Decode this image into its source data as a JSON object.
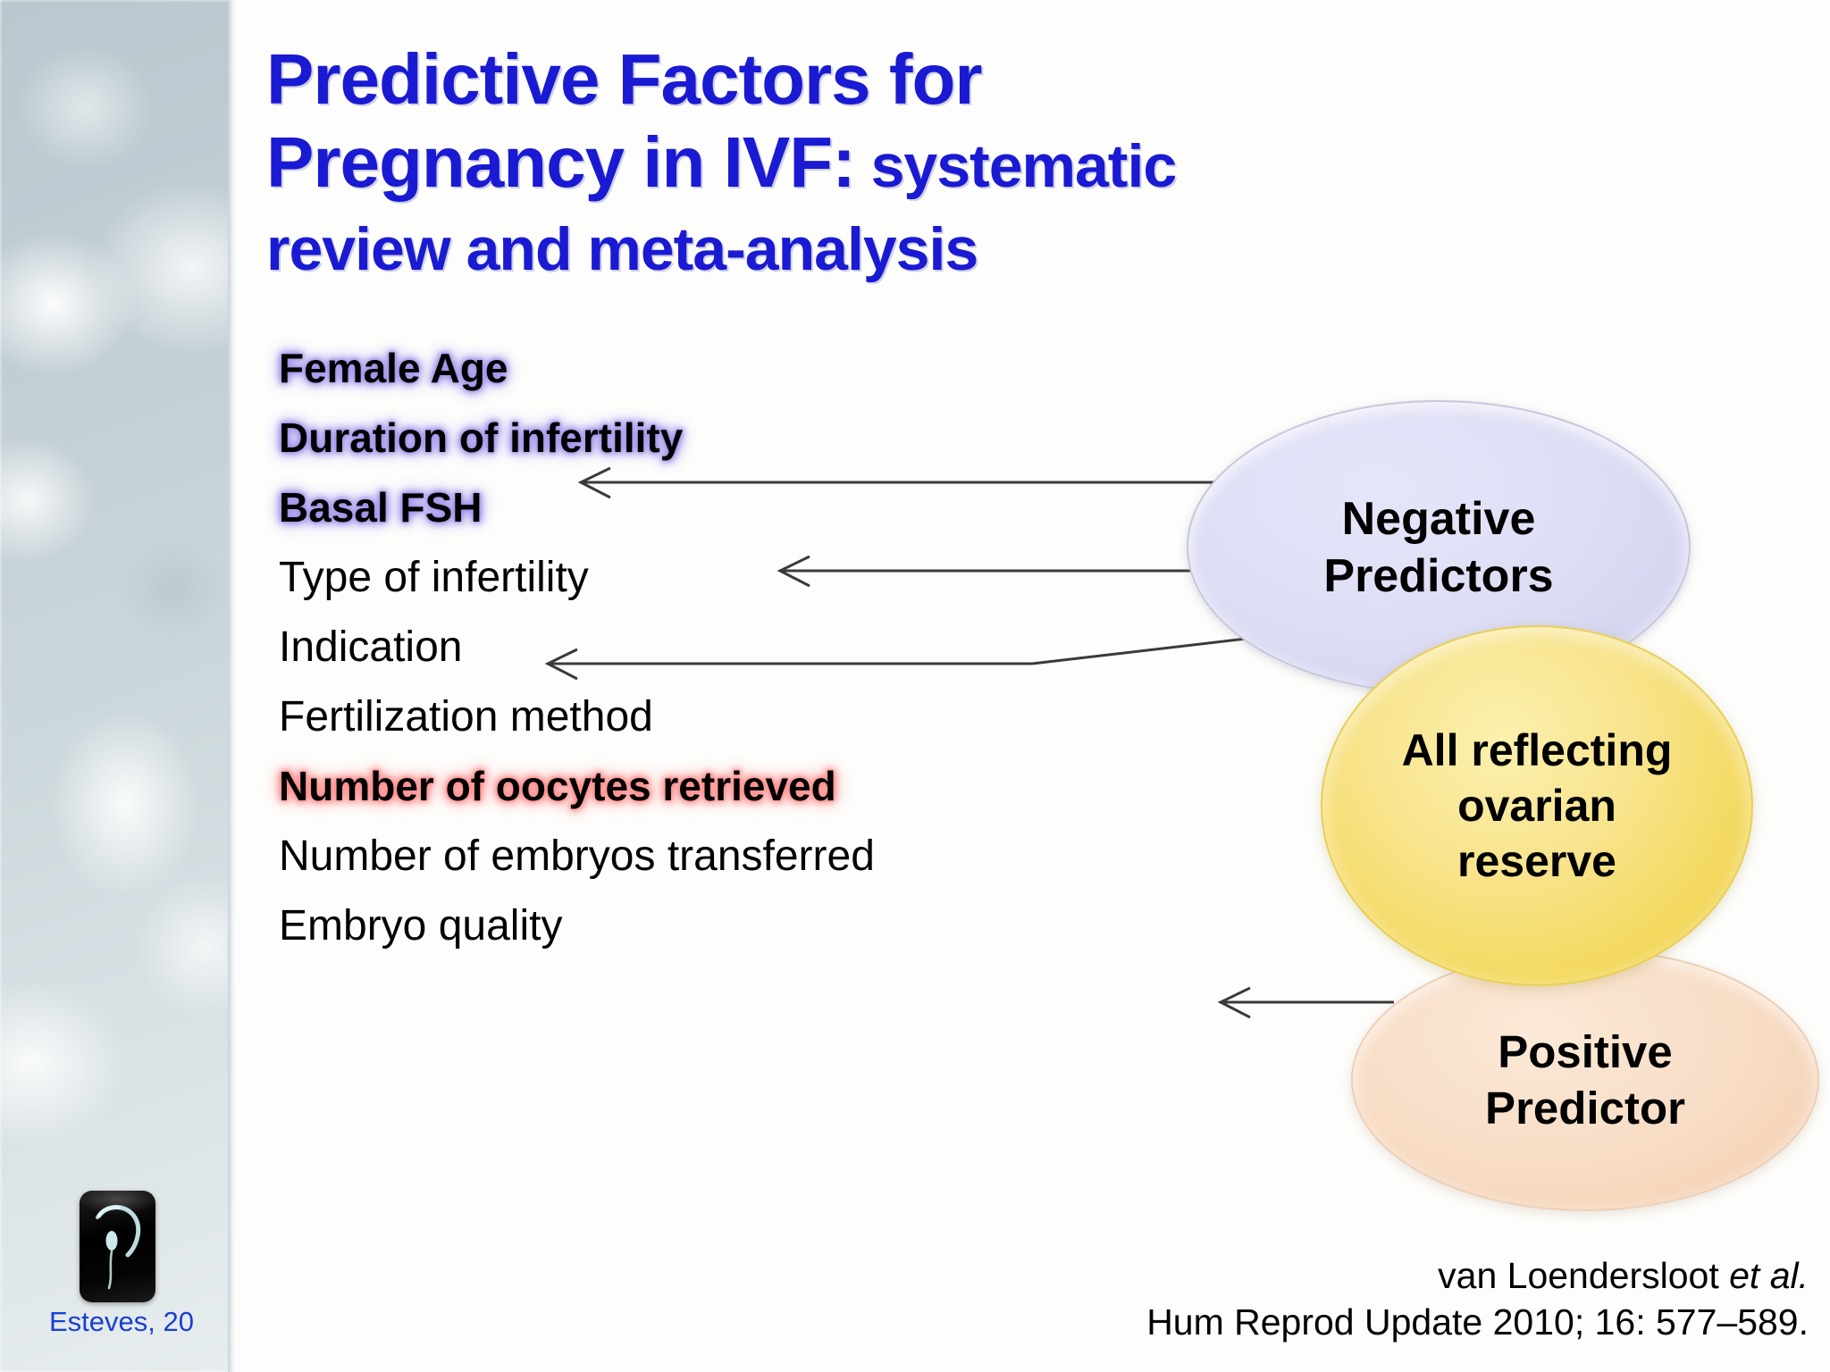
{
  "slide": {
    "title_line1": "Predictive Factors for",
    "title_line2_strong": "Pregnancy in IVF:",
    "title_line2_rest": " systematic",
    "title_line3": "review and meta-analysis",
    "title_color": "#1a1ad2"
  },
  "factors": [
    {
      "label": "Female Age",
      "emphasis": "negative"
    },
    {
      "label": "Duration of infertility",
      "emphasis": "negative"
    },
    {
      "label": "Basal FSH",
      "emphasis": "negative"
    },
    {
      "label": "Type of infertility",
      "emphasis": "none"
    },
    {
      "label": "Indication",
      "emphasis": "none"
    },
    {
      "label": "Fertilization method",
      "emphasis": "none"
    },
    {
      "label": "Number of oocytes retrieved",
      "emphasis": "positive"
    },
    {
      "label": "Number of embryos transferred",
      "emphasis": "none"
    },
    {
      "label": "Embryo quality",
      "emphasis": "none"
    }
  ],
  "callouts": {
    "negative": {
      "line1": "Negative",
      "line2": "Predictors",
      "fill": "#dcdcf4"
    },
    "ovarian": {
      "line1": "All reflecting",
      "line2": "ovarian",
      "line3": "reserve",
      "fill": "#f4d960"
    },
    "positive": {
      "line1": "Positive",
      "line2": "Predictor",
      "fill": "#f8ddc6"
    }
  },
  "citation": {
    "authors": "van Loendersloot ",
    "et_al": "et al.",
    "source": "Hum Reprod Update 2010; 16: 577–589."
  },
  "footer": {
    "logo_caption": "Esteves, 20"
  },
  "colors": {
    "glow_negative": "#9a8fe8",
    "glow_positive": "#ff8a8a",
    "sidebar": "#c5d1d7",
    "arrow": "#3a3a3a"
  }
}
